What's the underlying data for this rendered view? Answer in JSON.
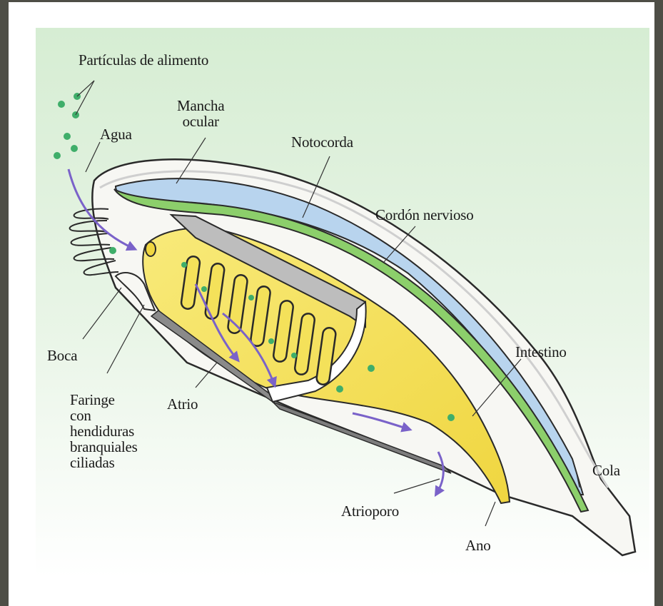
{
  "labels": {
    "food_particles": "Partículas de alimento",
    "water": "Agua",
    "eyespot": "Mancha\nocular",
    "notochord": "Notocorda",
    "nerve_cord": "Cordón nervioso",
    "intestine": "Intestino",
    "mouth": "Boca",
    "pharynx": "Faringe\ncon\nhendiduras\nbranquiales\nciliadas",
    "atrium": "Atrio",
    "tail": "Cola",
    "atriopore": "Atrioporo",
    "anus": "Ano"
  },
  "colors": {
    "backdrop": "#e3f1e0",
    "body": "#f7f7f3",
    "pharynx": "#f4e15a",
    "notochord": "#b8d4ee",
    "nerve_cord": "#8ccf6b",
    "water_flow": "#7a62c9",
    "food_particle": "#3fae6a"
  }
}
